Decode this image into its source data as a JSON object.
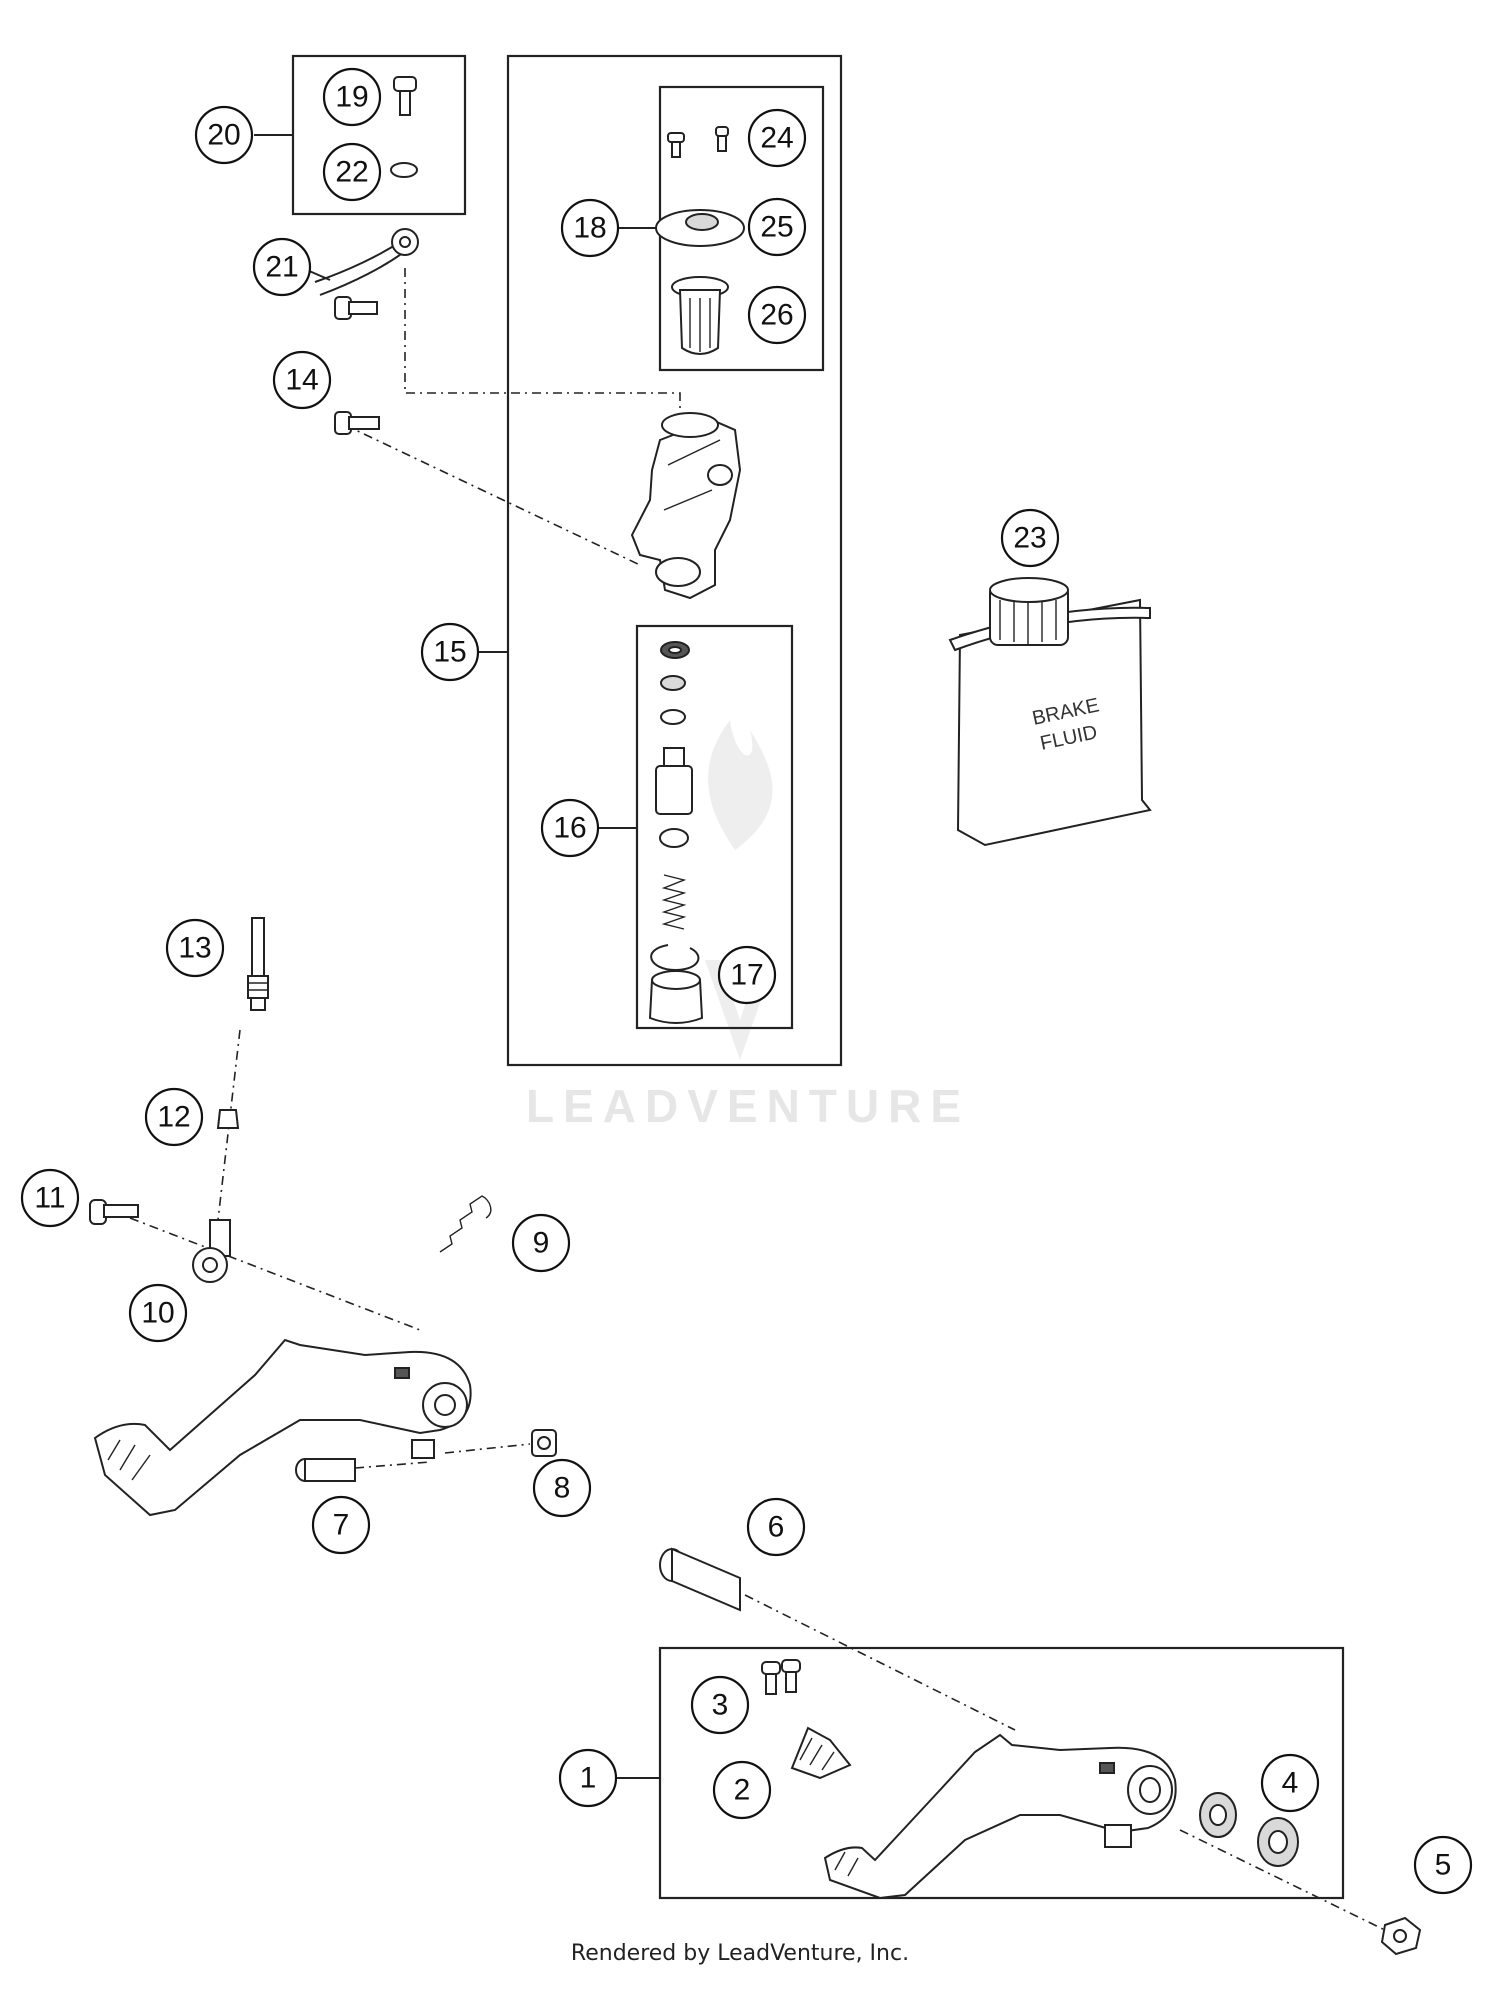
{
  "diagram": {
    "callouts": [
      "1",
      "2",
      "3",
      "4",
      "5",
      "6",
      "7",
      "8",
      "9",
      "10",
      "11",
      "12",
      "13",
      "14",
      "15",
      "16",
      "17",
      "18",
      "19",
      "20",
      "21",
      "22",
      "23",
      "24",
      "25",
      "26"
    ],
    "bottle_label": [
      "BRAKE",
      "FLUID"
    ],
    "watermark": "LEADVENTURE",
    "footer": "Rendered by LeadVenture, Inc."
  }
}
